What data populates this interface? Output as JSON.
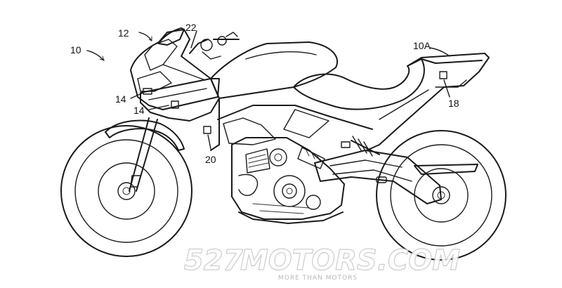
{
  "figure": {
    "reference_labels": {
      "main": "10",
      "headlight": "12",
      "panel_upper": "14",
      "panel_lower": "14",
      "mirror": "22",
      "rear_frame": "10A",
      "tail_sensor": "18",
      "frame_sensor": "20"
    }
  },
  "watermark": {
    "number": "527",
    "site": "MOTORS.COM",
    "tagline": "MORE THAN MOTORS"
  }
}
